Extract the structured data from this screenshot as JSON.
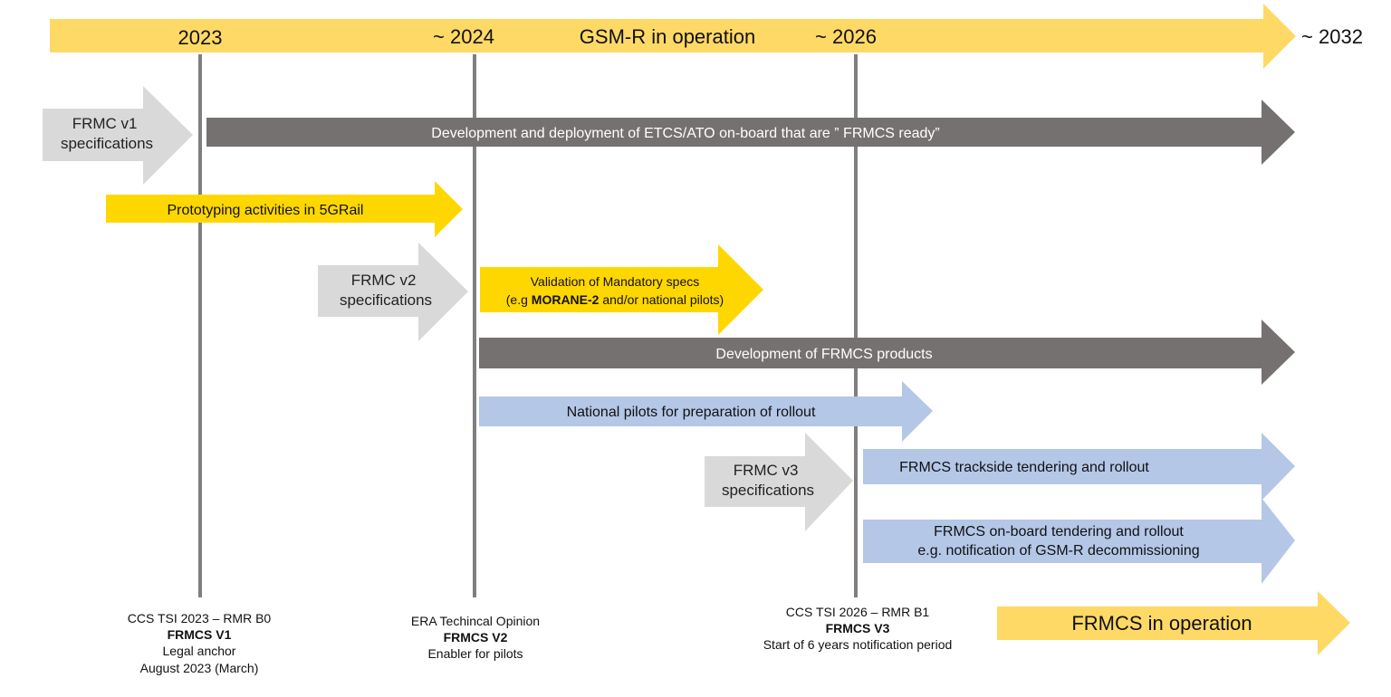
{
  "timeline": {
    "years": [
      "2023",
      "~ 2024",
      "~ 2026",
      "~ 2032"
    ],
    "banner_label": "GSM-R in operation"
  },
  "arrows": {
    "frmc_v1": "FRMC v1\nspecifications",
    "etcs_ato": "Development and deployment of ETCS/ATO on-board that are ” FRMCS ready”",
    "prototyping": "Prototyping activities in 5GRail",
    "frmc_v2": "FRMC v2\nspecifications",
    "validation_line1": "Validation of Mandatory specs",
    "validation_line2_pre": "(e.g ",
    "validation_line2_bold": "MORANE-2",
    "validation_line2_post": " and/or national pilots)",
    "frmcs_products": "Development of FRMCS products",
    "national_pilots": "National pilots for preparation of rollout",
    "frmc_v3": "FRMC v3\nspecifications",
    "trackside": "FRMCS trackside tendering and rollout",
    "onboard_line1": "FRMCS on-board tendering and rollout",
    "onboard_line2": "e.g. notification of GSM-R decommissioning",
    "frmcs_operation": "FRMCS in operation"
  },
  "milestones": {
    "m2023": {
      "line1": "CCS TSI 2023 – RMR B0",
      "line2": "FRMCS V1",
      "line3": "Legal anchor",
      "line4": "August 2023 (March)"
    },
    "m2024": {
      "line1": "ERA Techincal Opinion",
      "line2": "FRMCS V2",
      "line3": "Enabler for pilots"
    },
    "m2026": {
      "line1": "CCS TSI 2026 – RMR B1",
      "line2": "FRMCS V3",
      "line3": "Start of 6 years notification period"
    }
  },
  "colors": {
    "banner_yellow": "#FFD966",
    "bright_yellow": "#FFD700",
    "dark_grey": "#767171",
    "light_grey": "#D9D9D9",
    "light_blue": "#B4C7E7",
    "line_grey": "#7F7F7F"
  }
}
